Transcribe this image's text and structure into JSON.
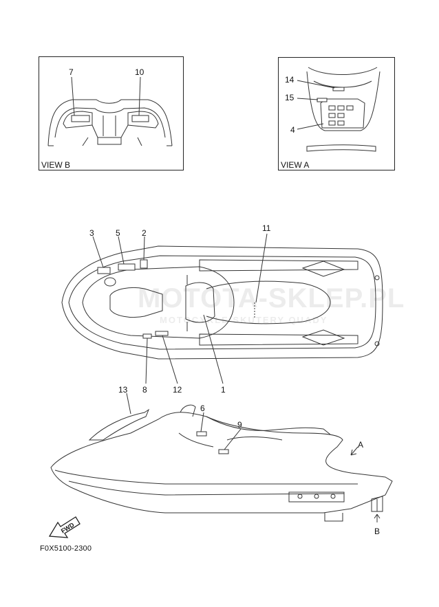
{
  "views": {
    "view_b": {
      "caption": "VIEW B",
      "callouts": [
        "7",
        "10"
      ]
    },
    "view_a": {
      "caption": "VIEW A",
      "callouts": [
        "14",
        "15",
        "4"
      ]
    }
  },
  "top_view_callouts": [
    "3",
    "5",
    "2",
    "11",
    "8",
    "12",
    "1"
  ],
  "side_view_callouts": [
    "13",
    "6",
    "9"
  ],
  "arrows": {
    "a": "A",
    "b": "B",
    "fwd": "FWD"
  },
  "diagram_code": "F0X5100-2300",
  "watermark": {
    "main": "MOTOTA-SKLEP.PL",
    "sub": "MOTOCYKLE   SKUTERY   QUADY"
  }
}
